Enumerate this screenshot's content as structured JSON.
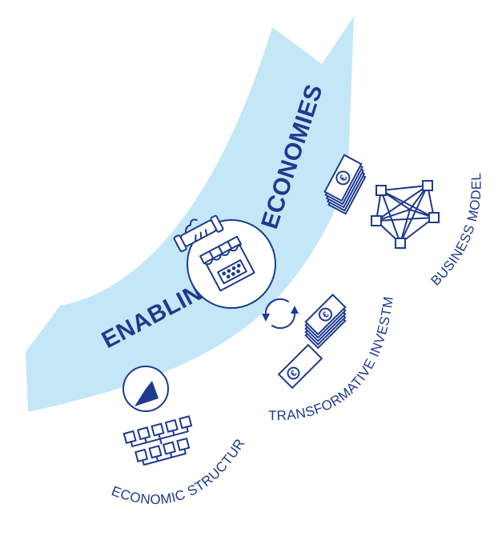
{
  "arrow": {
    "word_1": "ENABLING",
    "word_2": "ECONOMIES",
    "color": "#c4e7f8"
  },
  "labels": {
    "business_models": "BUSINESS MODELS",
    "transformative_investments": "TRANSFORMATIVE INVESTMENTS",
    "economic_structures": "ECONOMIC STRUCTURES"
  },
  "icons": {
    "handshake": "handshake-icon",
    "shop": "market-stall-icon",
    "cycle": "cycle-arrows-icon",
    "money_stack_1": "euro-banknotes-icon",
    "network": "network-icon",
    "money_stack_2": "euro-banknotes-icon",
    "money_single": "euro-banknote-icon",
    "pie": "pie-chart-icon",
    "org_chart": "org-chart-icon"
  },
  "colors": {
    "primary": "#1e3a8e",
    "arrow": "#c4e7f8",
    "background": "#ffffff"
  }
}
